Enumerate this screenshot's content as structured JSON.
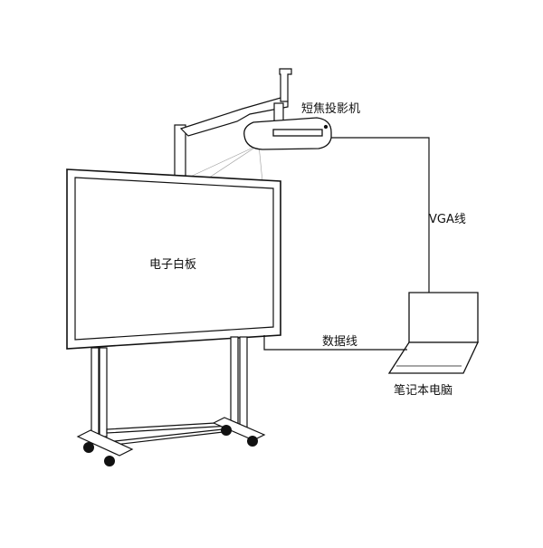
{
  "labels": {
    "projector": "短焦投影机",
    "whiteboard": "电子白板",
    "vga_cable": "VGA线",
    "data_cable": "数据线",
    "laptop": "笔记本电脑"
  },
  "colors": {
    "stroke": "#111111",
    "background": "#ffffff",
    "wheel": "#111111",
    "projection_line": "#999999"
  }
}
